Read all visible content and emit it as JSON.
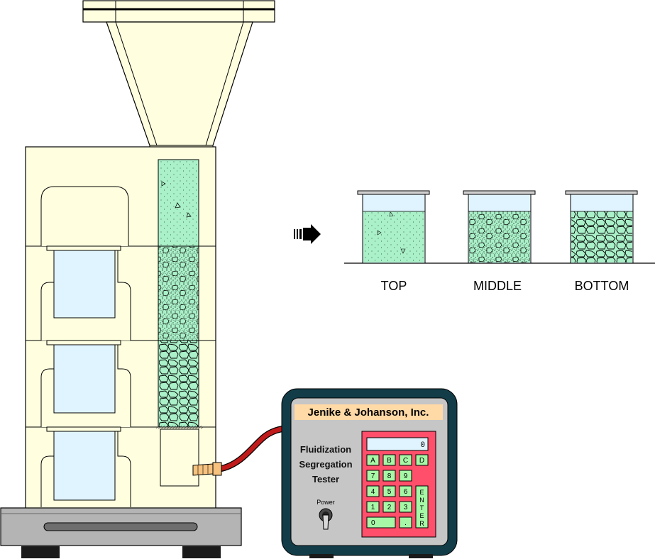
{
  "title": "Fluidization segregation test apparatus",
  "samples": [
    {
      "label": "TOP",
      "fill": "fine"
    },
    {
      "label": "MIDDLE",
      "fill": "mixed"
    },
    {
      "label": "BOTTOM",
      "fill": "coarse"
    }
  ],
  "tester": {
    "company": "Jenike & Johanson, Inc.",
    "name_lines": [
      "Fluidization",
      "Segregation",
      "Tester"
    ],
    "power_label": "Power",
    "display_value": "0",
    "keys_row1": [
      "A",
      "B",
      "C",
      "D"
    ],
    "keys_row2": [
      "7",
      "8",
      "9"
    ],
    "keys_row3": [
      "4",
      "5",
      "6"
    ],
    "keys_row4": [
      "1",
      "2",
      "3"
    ],
    "key_zero": "0",
    "key_dot": ".",
    "enter_letters": [
      "E",
      "N",
      "T",
      "E",
      "R"
    ]
  },
  "colors": {
    "cabinet": "#ffffe0",
    "glass": "#e0f4ff",
    "powder": "#aaf0c8",
    "tester_body": "#123c48",
    "tester_face": "#c6c6c6",
    "keypad": "#ff4f6a",
    "key": "#a6f8a6",
    "hose": "#c01a1a",
    "label_bg": "#ffd9a6",
    "base": "#b4b4b4"
  }
}
